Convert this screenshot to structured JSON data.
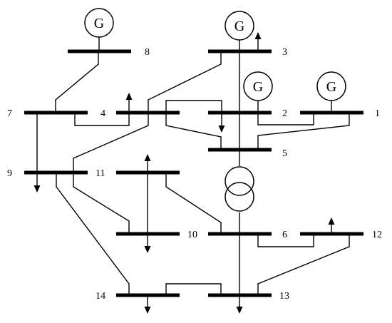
{
  "buses": [
    {
      "id": "bus-1",
      "label": "1"
    },
    {
      "id": "bus-2",
      "label": "2"
    },
    {
      "id": "bus-3",
      "label": "3"
    },
    {
      "id": "bus-4",
      "label": "4"
    },
    {
      "id": "bus-5",
      "label": "5"
    },
    {
      "id": "bus-6",
      "label": "6"
    },
    {
      "id": "bus-7",
      "label": "7"
    },
    {
      "id": "bus-8",
      "label": "8"
    },
    {
      "id": "bus-9",
      "label": "9"
    },
    {
      "id": "bus-10",
      "label": "10"
    },
    {
      "id": "bus-11",
      "label": "11"
    },
    {
      "id": "bus-12",
      "label": "12"
    },
    {
      "id": "bus-13",
      "label": "13"
    },
    {
      "id": "bus-14",
      "label": "14"
    }
  ],
  "generators": {
    "label": "G",
    "at_buses": [
      "8",
      "3",
      "2",
      "1"
    ]
  },
  "loads": {
    "at_buses": [
      "3",
      "4",
      "2",
      "9",
      "11",
      "10",
      "12",
      "14",
      "13"
    ]
  },
  "transformer": {
    "between_buses": [
      "5",
      "6"
    ]
  },
  "colors": {
    "ink": "#000000",
    "background": "#ffffff"
  }
}
